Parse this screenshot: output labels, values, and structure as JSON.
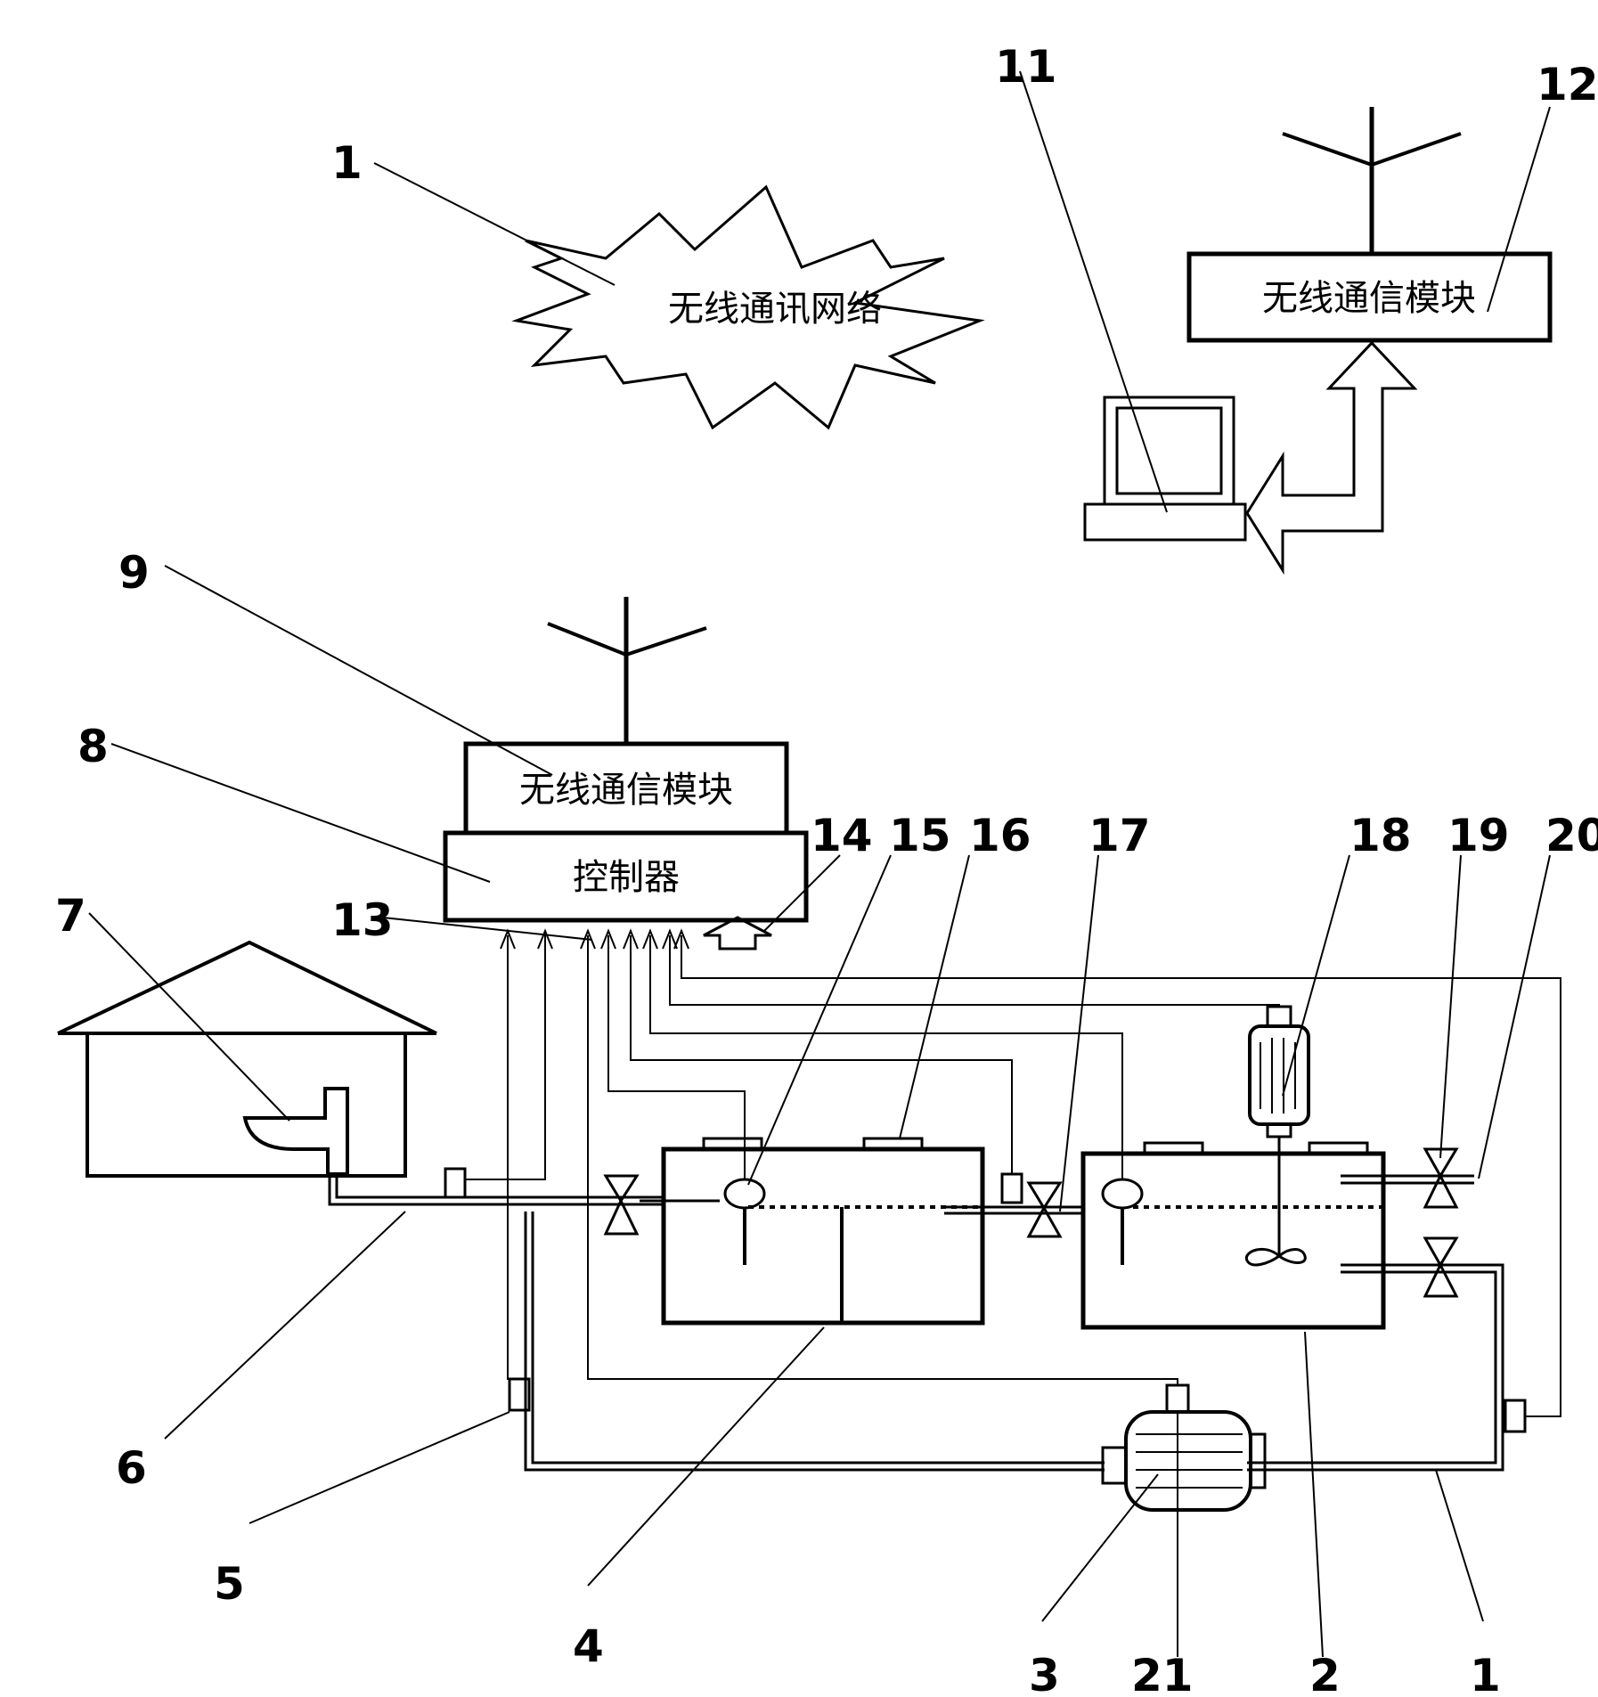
{
  "labels": {
    "network": "无线通讯网络",
    "module_top": "无线通信模块",
    "module_mid": "无线通信模块",
    "controller": "控制器"
  },
  "numbers": {
    "n1_top": "1",
    "n11": "11",
    "n12": "12",
    "n9": "9",
    "n8": "8",
    "n7": "7",
    "n13": "13",
    "n14": "14",
    "n15": "15",
    "n16": "16",
    "n17": "17",
    "n18": "18",
    "n19": "19",
    "n20": "20",
    "n6": "6",
    "n5": "5",
    "n4": "4",
    "n3": "3",
    "n21": "21",
    "n2": "2",
    "n1_bottom": "1"
  }
}
